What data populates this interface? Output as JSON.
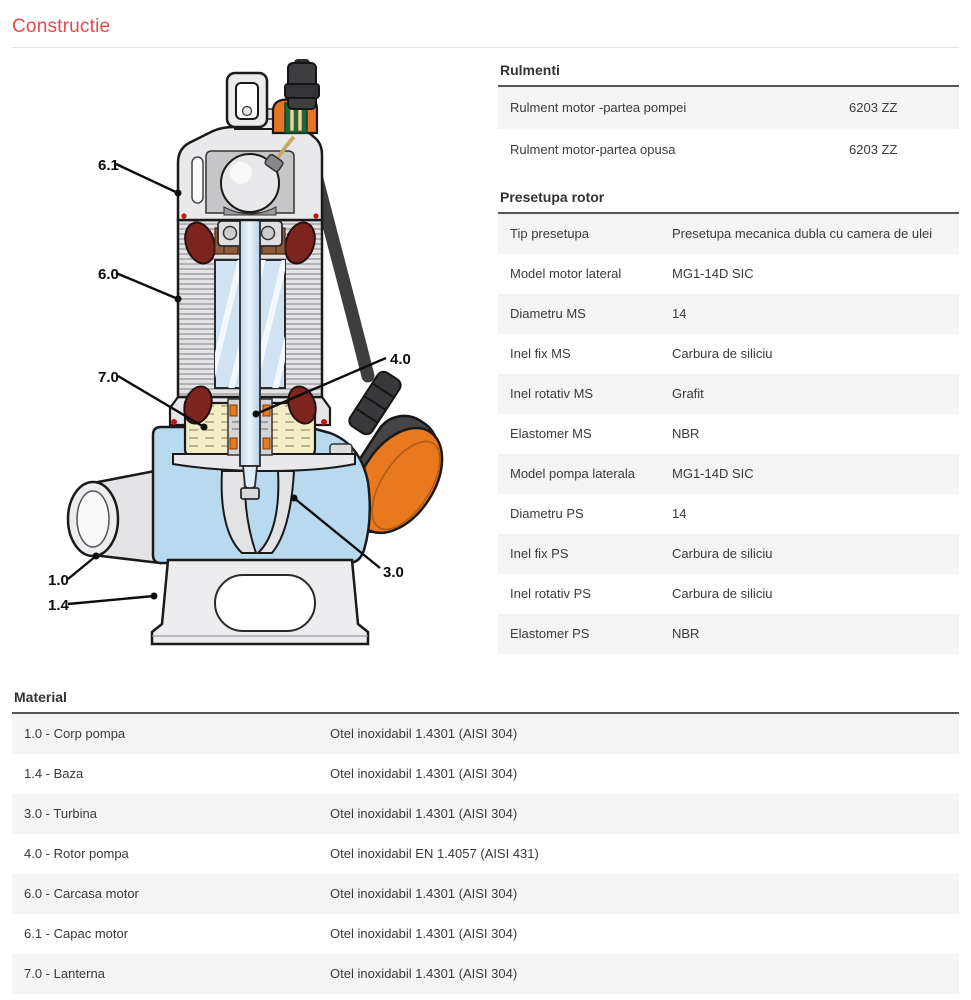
{
  "page": {
    "title": "Constructie",
    "accent_color": "#e8494d",
    "row_shade_color": "#f4f4f4",
    "header_rule_color": "#55565a"
  },
  "rulmenti": {
    "title": "Rulmenti",
    "rows": [
      {
        "label": "Rulment motor -partea pompei",
        "value": "6203 ZZ"
      },
      {
        "label": "Rulment motor-partea opusa",
        "value": "6203 ZZ"
      }
    ]
  },
  "presetupa": {
    "title": "Presetupa rotor",
    "rows": [
      {
        "label": "Tip presetupa",
        "value": "Presetupa mecanica dubla cu camera de ulei"
      },
      {
        "label": "Model motor lateral",
        "value": "MG1-14D SIC"
      },
      {
        "label": "Diametru MS",
        "value": "14"
      },
      {
        "label": "Inel fix MS",
        "value": "Carbura de siliciu"
      },
      {
        "label": "Inel rotativ MS",
        "value": "Grafit"
      },
      {
        "label": "Elastomer MS",
        "value": "NBR"
      },
      {
        "label": "Model pompa laterala",
        "value": "MG1-14D SIC"
      },
      {
        "label": "Diametru PS",
        "value": "14"
      },
      {
        "label": "Inel fix PS",
        "value": "Carbura de siliciu"
      },
      {
        "label": "Inel rotativ PS",
        "value": "Carbura de siliciu"
      },
      {
        "label": "Elastomer PS",
        "value": "NBR"
      }
    ]
  },
  "material": {
    "title": "Material",
    "rows": [
      {
        "label": "1.0 - Corp pompa",
        "value": "Otel inoxidabil 1.4301 (AISI 304)"
      },
      {
        "label": "1.4 - Baza",
        "value": "Otel inoxidabil 1.4301 (AISI 304)"
      },
      {
        "label": "3.0 - Turbina",
        "value": "Otel inoxidabil 1.4301 (AISI 304)"
      },
      {
        "label": "4.0 - Rotor pompa",
        "value": "Otel inoxidabil EN 1.4057 (AISI 431)"
      },
      {
        "label": "6.0 - Carcasa motor",
        "value": "Otel inoxidabil 1.4301 (AISI 304)"
      },
      {
        "label": "6.1 - Capac motor",
        "value": "Otel inoxidabil 1.4301 (AISI 304)"
      },
      {
        "label": "7.0 - Lanterna",
        "value": "Otel inoxidabil 1.4301 (AISI 304)"
      }
    ]
  },
  "diagram": {
    "description": "pump-cross-section",
    "labels": [
      "6.1",
      "6.0",
      "7.0",
      "4.0",
      "3.0",
      "1.0",
      "1.4"
    ],
    "float_color": "#e8791f",
    "water_color": "#b9d9ef",
    "oil_color": "#f3edc6",
    "winding_color": "#7c241d"
  }
}
